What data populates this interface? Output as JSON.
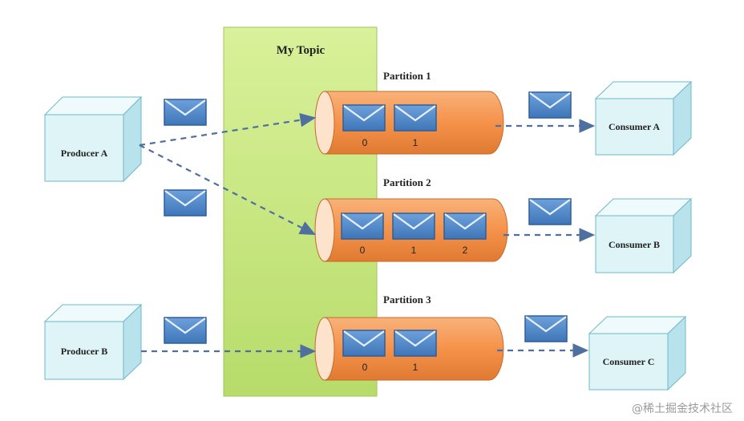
{
  "topic": {
    "title": "My Topic"
  },
  "producers": [
    {
      "label": "Producer A"
    },
    {
      "label": "Producer B"
    }
  ],
  "consumers": [
    {
      "label": "Consumer A"
    },
    {
      "label": "Consumer B"
    },
    {
      "label": "Consumer C"
    }
  ],
  "partitions": [
    {
      "label": "Partition 1",
      "offsets": [
        "0",
        "1"
      ]
    },
    {
      "label": "Partition 2",
      "offsets": [
        "0",
        "1",
        "2"
      ]
    },
    {
      "label": "Partition 3",
      "offsets": [
        "0",
        "1"
      ]
    }
  ],
  "watermark": "@稀土掘金技术社区",
  "colors": {
    "topic_fill": "#cde98a",
    "partition_fill": "#f59a4e",
    "box_fill": "#dff4f7",
    "envelope": "#4f87c8",
    "arrow": "#4f6f9f"
  }
}
